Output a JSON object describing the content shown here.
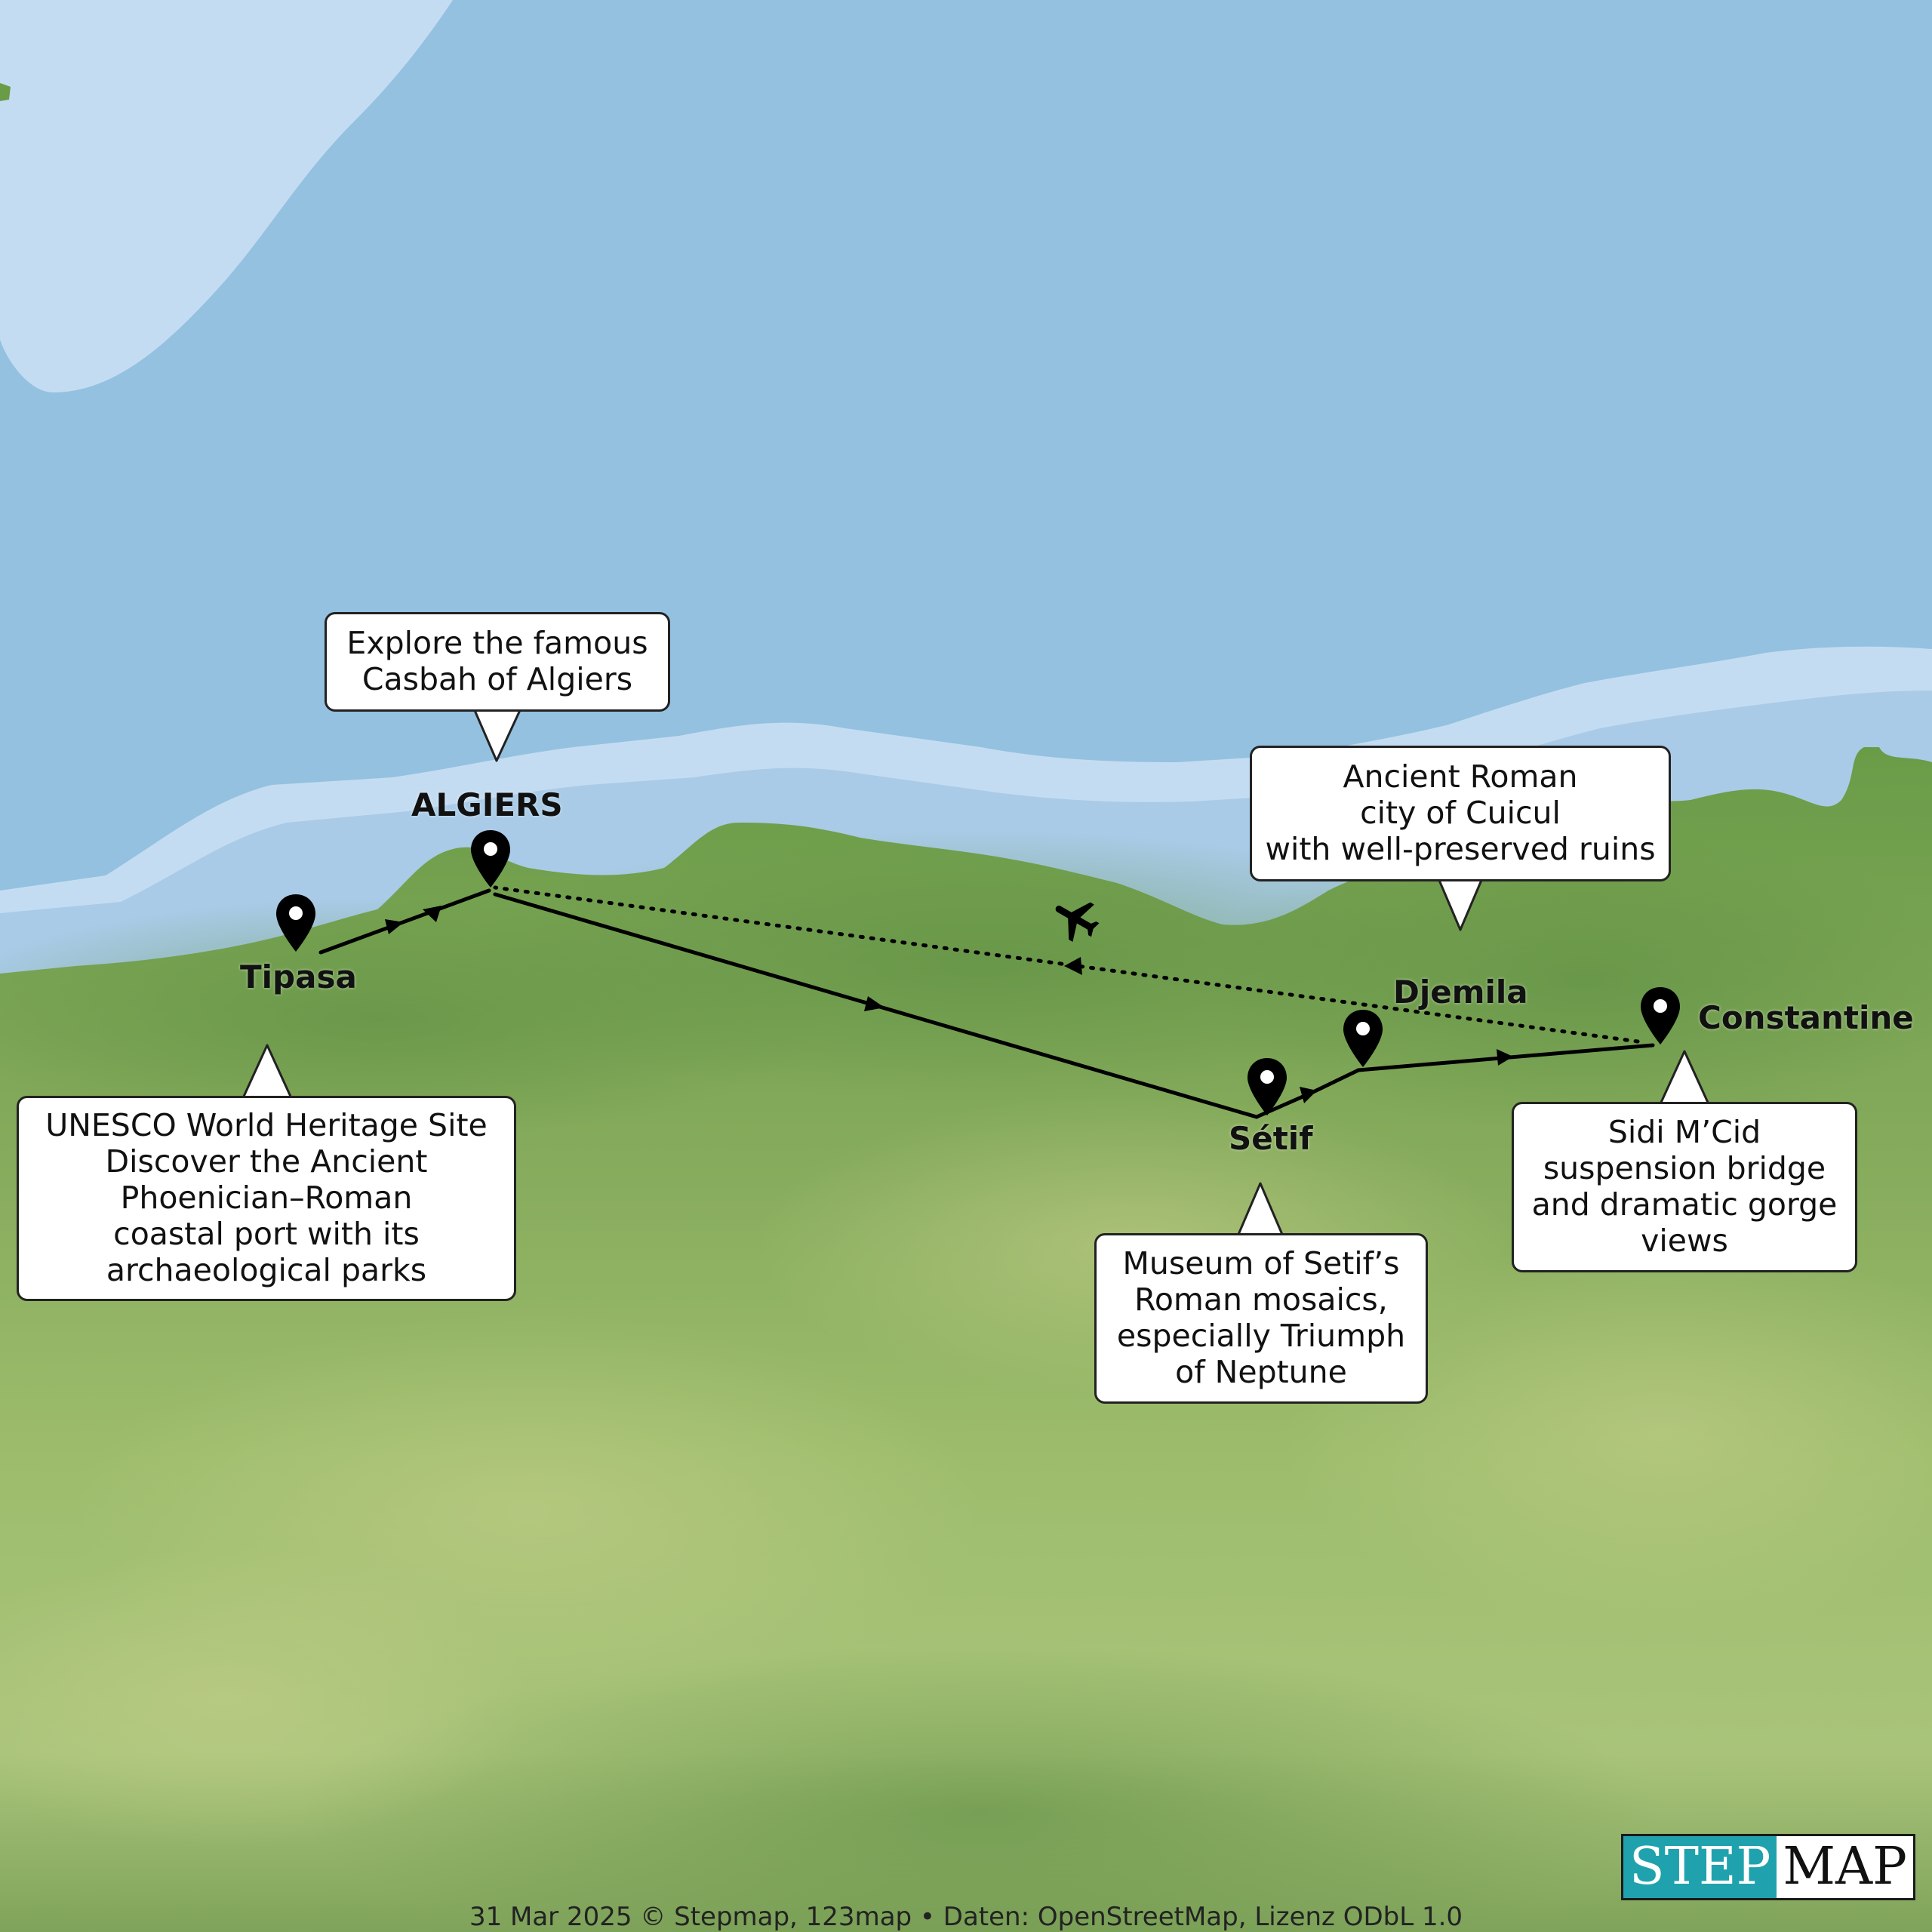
{
  "map": {
    "colors": {
      "sea_deep": "#94c1e0",
      "sea_shallow": "#c4dcf2",
      "land_coast": "#6fa04c",
      "land_interior": "#9dbd6c",
      "route": "#000000",
      "callout_bg": "#ffffff",
      "logo_teal": "#1fa2ad"
    },
    "cities": {
      "tipasa": "Tipasa",
      "algiers": "ALGIERS",
      "setif": "Sétif",
      "djemila": "Djemila",
      "constantine": "Constantine"
    },
    "callouts": {
      "algiers": [
        "Explore the famous",
        "Casbah of Algiers"
      ],
      "tipasa": [
        "UNESCO World Heritage Site",
        "Discover the Ancient",
        "Phoenician–Roman",
        "coastal port with its",
        "archaeological parks"
      ],
      "djemila": [
        "Ancient Roman",
        "city of Cuicul",
        "with well-preserved ruins"
      ],
      "setif": [
        "Museum of Setif’s",
        "Roman mosaics,",
        "especially Triumph",
        "of Neptune"
      ],
      "constantine": [
        "Sidi M’Cid",
        "suspension bridge",
        "and dramatic gorge",
        "views"
      ]
    },
    "icons": {
      "pin": "map-pin-icon",
      "plane": "airplane-icon"
    },
    "logo": {
      "part1": "STEP",
      "part2": "MAP"
    },
    "attribution": "31 Mar 2025 © Stepmap, 123map • Daten: OpenStreetMap, Lizenz ODbL 1.0"
  }
}
